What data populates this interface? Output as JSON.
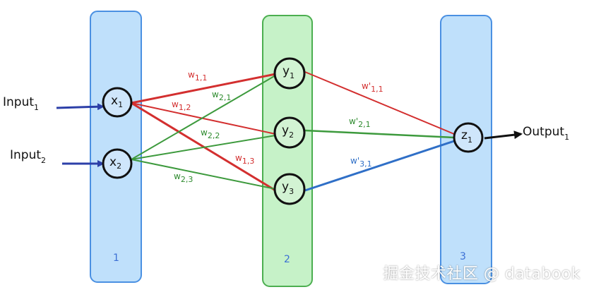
{
  "colors": {
    "layer_blue_fill": "#bfe0fb",
    "layer_blue_stroke": "#4a90e2",
    "layer_green_fill": "#c6f2c8",
    "layer_green_stroke": "#4caf50",
    "edge_red": "#d32f2f",
    "edge_green": "#3d9a3d",
    "edge_blue": "#2f6fc7",
    "input_arrow": "#2c3fa8",
    "output_arrow": "#111111",
    "weight_red": "#d32f2f",
    "weight_green": "#2e8b2e",
    "weight_blue": "#2f6fc7"
  },
  "layers": [
    {
      "number": "1"
    },
    {
      "number": "2"
    },
    {
      "number": "3"
    }
  ],
  "inputs": [
    {
      "label": "Input",
      "sub": "1"
    },
    {
      "label": "Input",
      "sub": "2"
    }
  ],
  "output": {
    "label": "Output",
    "sub": "1"
  },
  "nodes": {
    "x1": {
      "label": "x",
      "sub": "1"
    },
    "x2": {
      "label": "x",
      "sub": "2"
    },
    "y1": {
      "label": "y",
      "sub": "1"
    },
    "y2": {
      "label": "y",
      "sub": "2"
    },
    "y3": {
      "label": "y",
      "sub": "3"
    },
    "z1": {
      "label": "z",
      "sub": "1"
    }
  },
  "weights": {
    "w11": {
      "label": "w",
      "sub": "1,1"
    },
    "w12": {
      "label": "w",
      "sub": "1,2"
    },
    "w13": {
      "label": "w",
      "sub": "1,3"
    },
    "w21": {
      "label": "w",
      "sub": "2,1"
    },
    "w22": {
      "label": "w",
      "sub": "2,2"
    },
    "w23": {
      "label": "w",
      "sub": "2,3"
    },
    "wp11": {
      "label": "w'",
      "sub": "1,1"
    },
    "wp21": {
      "label": "w'",
      "sub": "2,1"
    },
    "wp31": {
      "label": "w'",
      "sub": "3,1"
    }
  },
  "watermark": "掘金技术社区 @ databook"
}
